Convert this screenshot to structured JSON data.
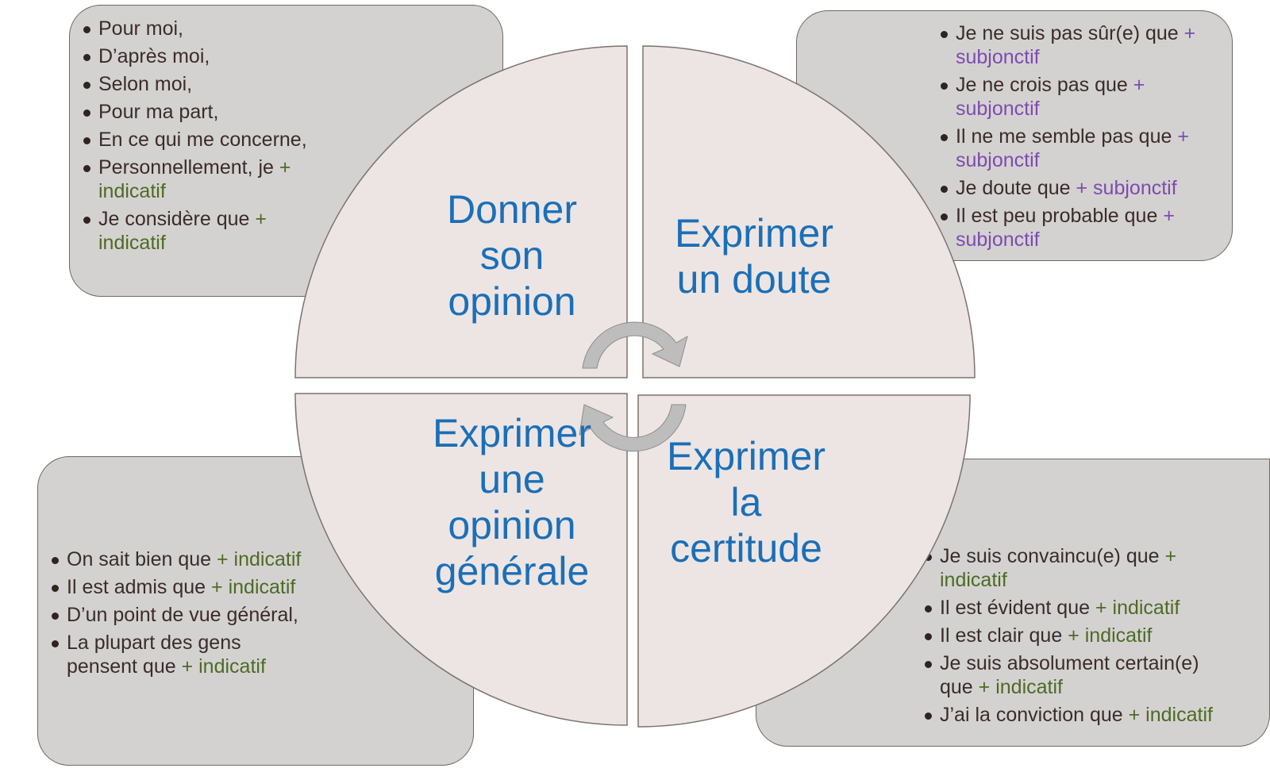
{
  "diagram": {
    "colors": {
      "quadrant_fill": "#ede5e3",
      "box_fill": "#d4d2d1",
      "title_blue": "#1a6fb8",
      "text_dark": "#3a2c2a",
      "indicatif_green": "#4c6b23",
      "subjonctif_purple": "#7d4bb0",
      "arrow_gray": "#bdbdbd"
    },
    "quadrants": [
      {
        "id": "top-left",
        "title": "Donner\nson\nopinion",
        "items": [
          {
            "text": "Pour moi,",
            "suffix": ""
          },
          {
            "text": "D’après moi,",
            "suffix": ""
          },
          {
            "text": "Selon moi,",
            "suffix": ""
          },
          {
            "text": "Pour ma part,",
            "suffix": ""
          },
          {
            "text": "En ce qui me concerne,",
            "suffix": ""
          },
          {
            "text": "Personnellement, je ",
            "suffix": "+ indicatif"
          },
          {
            "text": "Je considère que ",
            "suffix": "+ indicatif"
          }
        ]
      },
      {
        "id": "top-right",
        "title": "Exprimer\nun doute",
        "items": [
          {
            "text": "Je ne suis pas sûr(e) que ",
            "suffix": "+ subjonctif"
          },
          {
            "text": "Je ne crois pas que ",
            "suffix": "+ subjonctif"
          },
          {
            "text": "Il ne me semble pas que ",
            "suffix": "+ subjonctif"
          },
          {
            "text": "Je doute que ",
            "suffix": "+ subjonctif"
          },
          {
            "text": "Il est peu probable que ",
            "suffix": "+ subjonctif"
          }
        ]
      },
      {
        "id": "bottom-left",
        "title": "Exprimer\nune\nopinion\ngénérale",
        "items": [
          {
            "text": "On sait bien que ",
            "suffix": "+ indicatif"
          },
          {
            "text": "Il est admis que ",
            "suffix": "+ indicatif"
          },
          {
            "text": "D’un point de vue général,",
            "suffix": ""
          },
          {
            "text": "La plupart des gens pensent que ",
            "suffix": "+ indicatif"
          }
        ]
      },
      {
        "id": "bottom-right",
        "title": "Exprimer\nla\ncertitude",
        "items": [
          {
            "text": "Je suis convaincu(e) que ",
            "suffix": "+ indicatif"
          },
          {
            "text": "Il est évident que  ",
            "suffix": "+ indicatif"
          },
          {
            "text": "Il est clair que ",
            "suffix": "+ indicatif"
          },
          {
            "text": "Je suis absolument certain(e) que ",
            "suffix": "+ indicatif"
          },
          {
            "text": "J’ai la conviction que ",
            "suffix": "+ indicatif"
          }
        ]
      }
    ],
    "center_icons": [
      "cycle-arrow-clockwise-top",
      "cycle-arrow-clockwise-bottom"
    ]
  }
}
